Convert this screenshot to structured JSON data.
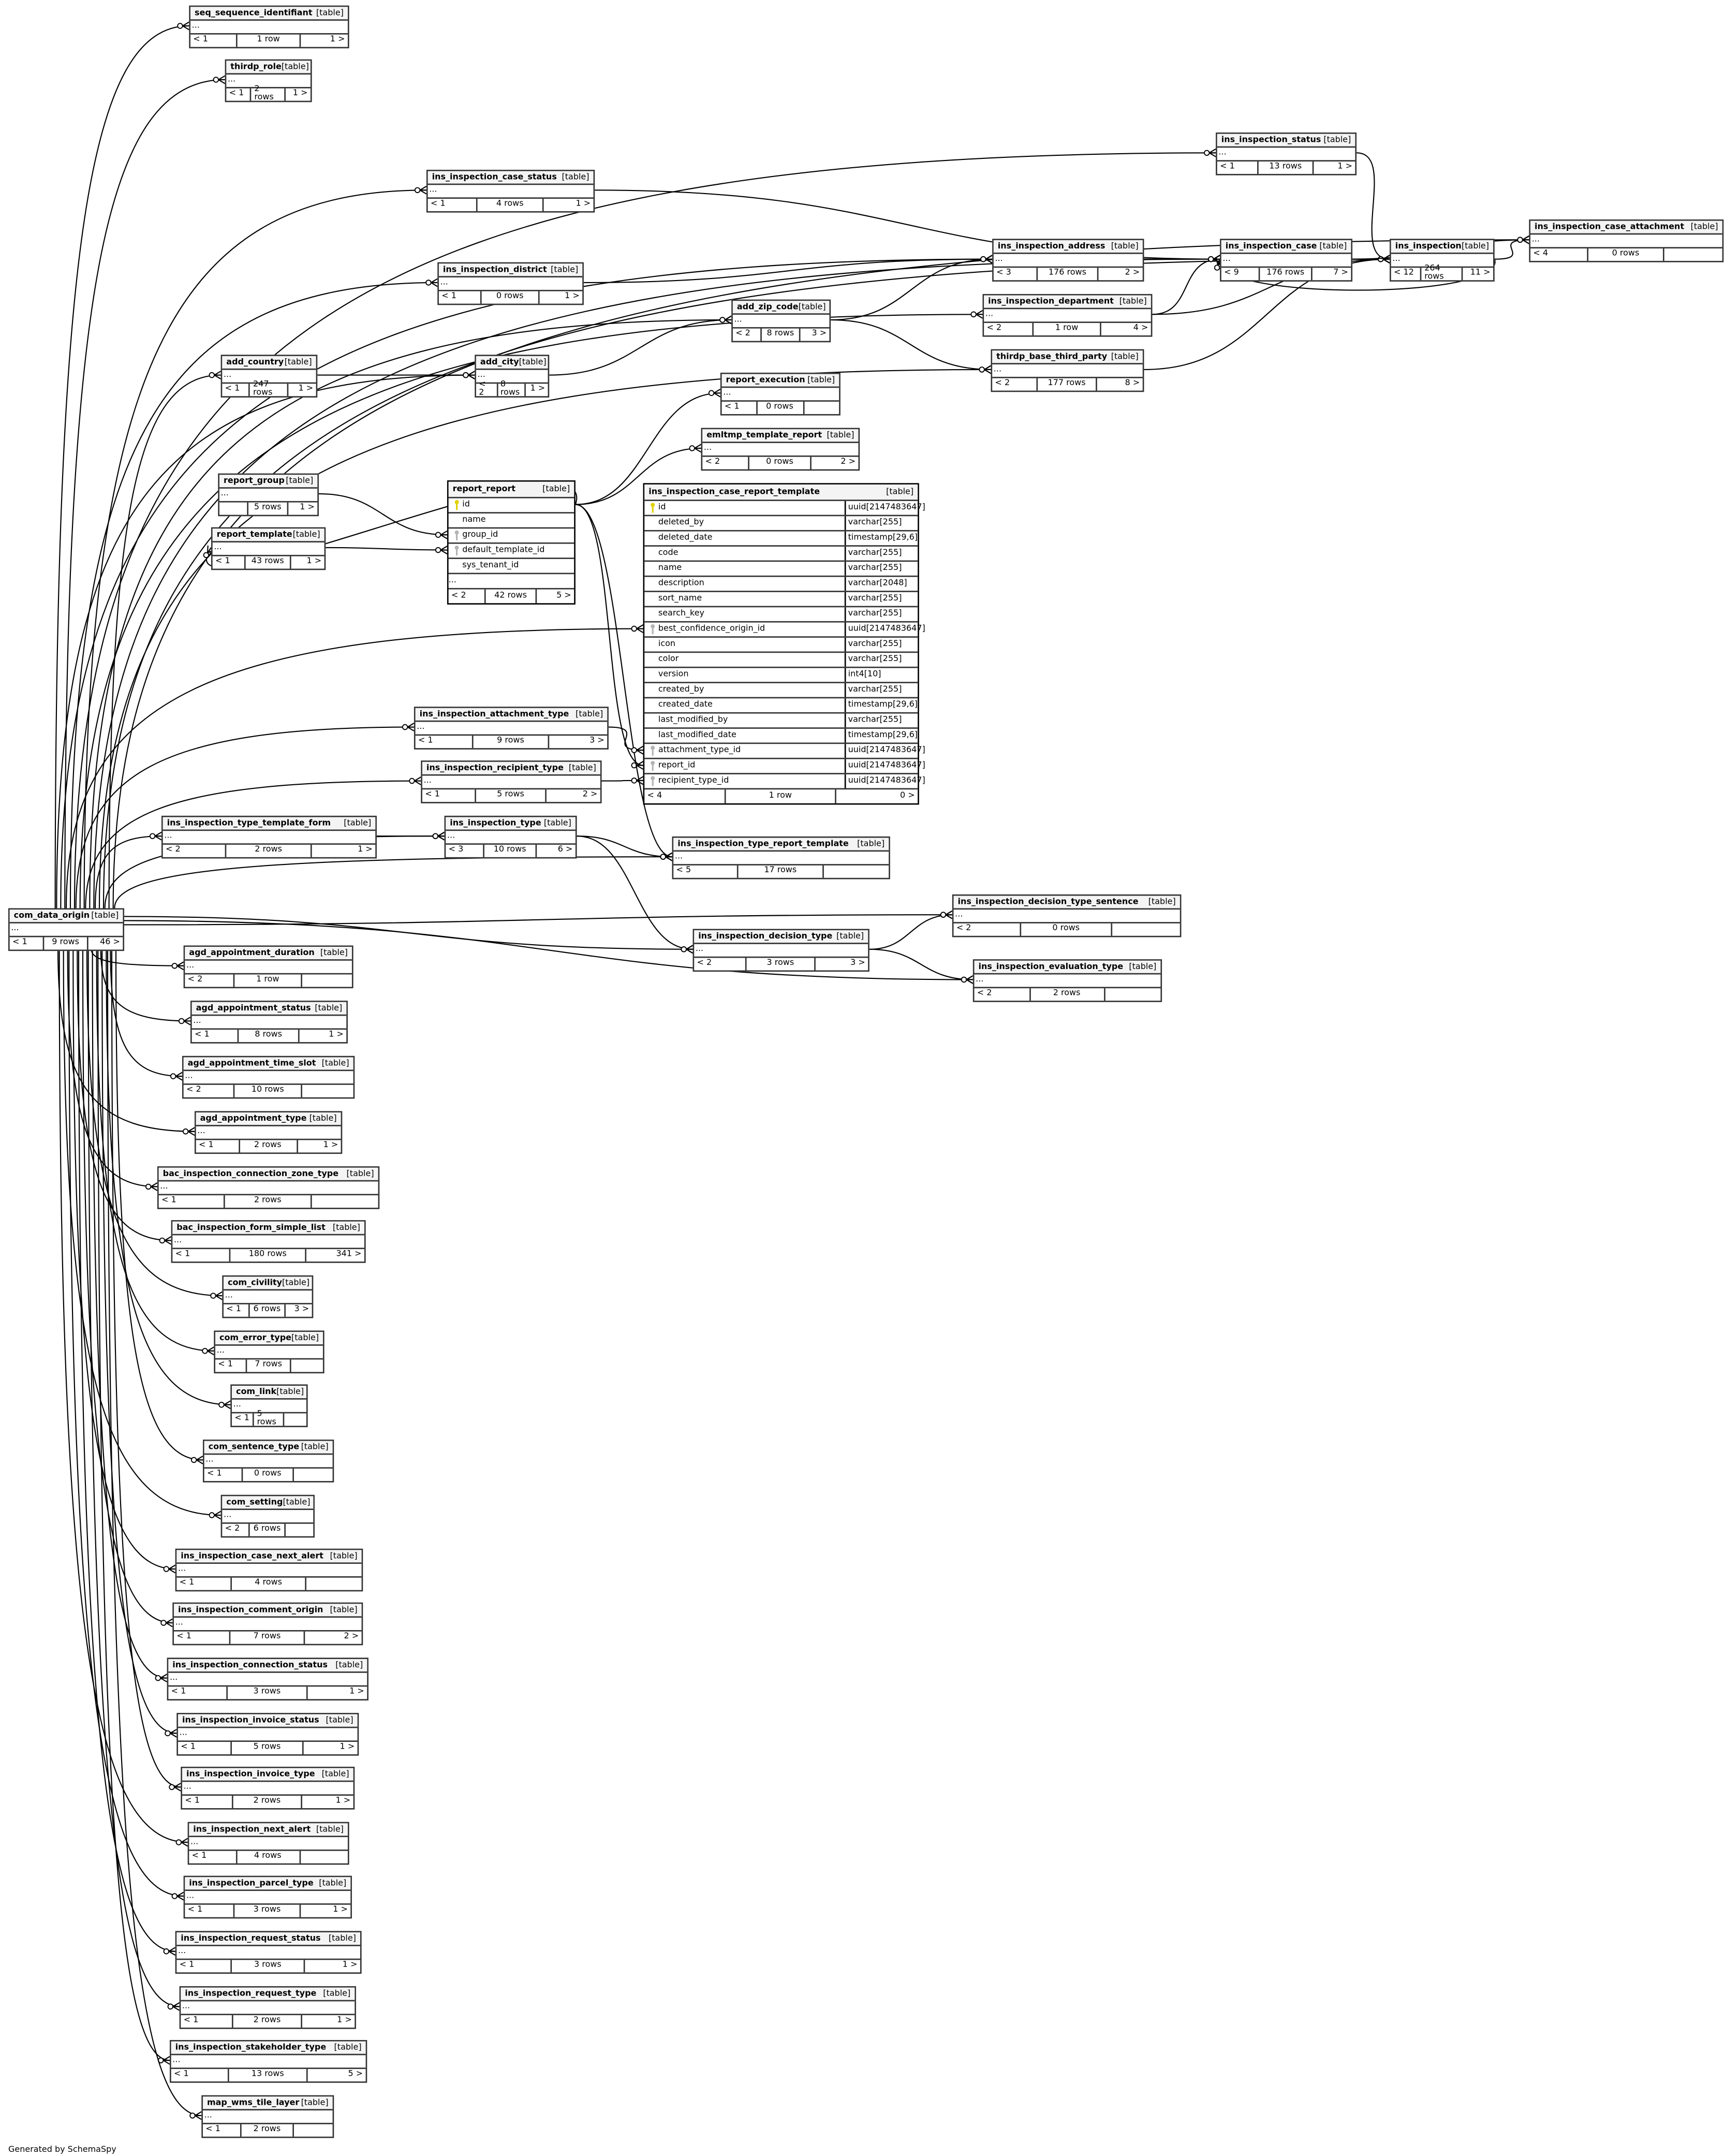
{
  "diagram": {
    "table_tag": "[table]",
    "ellipsis": "...",
    "footer_text": "Generated by SchemaSpy"
  },
  "colors": {
    "pk_key": "#e0d000",
    "fk_key": "#b4b4b4",
    "header_bg": "#f4f4f4",
    "line": "#000000"
  },
  "tables": [
    {
      "name": "seq_sequence_identifiant",
      "parents": "< 1",
      "rows": "1 row",
      "children": "1 >"
    },
    {
      "name": "thirdp_role",
      "parents": "< 1",
      "rows": "2 rows",
      "children": "1 >"
    },
    {
      "name": "ins_inspection_status",
      "parents": "< 1",
      "rows": "13 rows",
      "children": "1 >"
    },
    {
      "name": "ins_inspection_case_status",
      "parents": "< 1",
      "rows": "4 rows",
      "children": "1 >"
    },
    {
      "name": "ins_inspection_case",
      "parents": "< 9",
      "rows": "176 rows",
      "children": "7 >"
    },
    {
      "name": "ins_inspection",
      "parents": "< 12",
      "rows": "264 rows",
      "children": "11 >"
    },
    {
      "name": "ins_inspection_case_attachment",
      "parents": "< 4",
      "rows": "0 rows",
      "children": ""
    },
    {
      "name": "ins_inspection_address",
      "parents": "< 3",
      "rows": "176 rows",
      "children": "2 >"
    },
    {
      "name": "ins_inspection_district",
      "parents": "< 1",
      "rows": "0 rows",
      "children": "1 >"
    },
    {
      "name": "ins_inspection_department",
      "parents": "< 2",
      "rows": "1 row",
      "children": "4 >"
    },
    {
      "name": "add_zip_code",
      "parents": "< 2",
      "rows": "8 rows",
      "children": "3 >"
    },
    {
      "name": "thirdp_base_third_party",
      "parents": "< 2",
      "rows": "177 rows",
      "children": "8 >"
    },
    {
      "name": "add_country",
      "parents": "< 1",
      "rows": "247 rows",
      "children": "1 >"
    },
    {
      "name": "add_city",
      "parents": "< 2",
      "rows": "8 rows",
      "children": "1 >"
    },
    {
      "name": "report_execution",
      "parents": "< 1",
      "rows": "0 rows",
      "children": ""
    },
    {
      "name": "emltmp_template_report",
      "parents": "< 2",
      "rows": "0 rows",
      "children": "2 >"
    },
    {
      "name": "report_group",
      "parents": "",
      "rows": "5 rows",
      "children": "1 >"
    },
    {
      "name": "report_report",
      "parents": "< 2",
      "rows": "42 rows",
      "children": "5 >",
      "more": "...",
      "columns": [
        {
          "name": "id",
          "key": "pk"
        },
        {
          "name": "name",
          "key": ""
        },
        {
          "name": "group_id",
          "key": "fk"
        },
        {
          "name": "default_template_id",
          "key": "fk"
        },
        {
          "name": "sys_tenant_id",
          "key": ""
        }
      ]
    },
    {
      "name": "report_template",
      "parents": "< 1",
      "rows": "43 rows",
      "children": "1 >"
    },
    {
      "name": "ins_inspection_case_report_template",
      "parents": "< 4",
      "rows": "1 row",
      "children": "0 >",
      "columns": [
        {
          "name": "id",
          "type": "uuid[2147483647]",
          "key": "pk"
        },
        {
          "name": "deleted_by",
          "type": "varchar[255]",
          "key": ""
        },
        {
          "name": "deleted_date",
          "type": "timestamp[29,6]",
          "key": ""
        },
        {
          "name": "code",
          "type": "varchar[255]",
          "key": ""
        },
        {
          "name": "name",
          "type": "varchar[255]",
          "key": ""
        },
        {
          "name": "description",
          "type": "varchar[2048]",
          "key": ""
        },
        {
          "name": "sort_name",
          "type": "varchar[255]",
          "key": ""
        },
        {
          "name": "search_key",
          "type": "varchar[255]",
          "key": ""
        },
        {
          "name": "best_confidence_origin_id",
          "type": "uuid[2147483647]",
          "key": "fk"
        },
        {
          "name": "icon",
          "type": "varchar[255]",
          "key": ""
        },
        {
          "name": "color",
          "type": "varchar[255]",
          "key": ""
        },
        {
          "name": "version",
          "type": "int4[10]",
          "key": ""
        },
        {
          "name": "created_by",
          "type": "varchar[255]",
          "key": ""
        },
        {
          "name": "created_date",
          "type": "timestamp[29,6]",
          "key": ""
        },
        {
          "name": "last_modified_by",
          "type": "varchar[255]",
          "key": ""
        },
        {
          "name": "last_modified_date",
          "type": "timestamp[29,6]",
          "key": ""
        },
        {
          "name": "attachment_type_id",
          "type": "uuid[2147483647]",
          "key": "fk"
        },
        {
          "name": "report_id",
          "type": "uuid[2147483647]",
          "key": "fk"
        },
        {
          "name": "recipient_type_id",
          "type": "uuid[2147483647]",
          "key": "fk"
        }
      ]
    },
    {
      "name": "ins_inspection_attachment_type",
      "parents": "< 1",
      "rows": "9 rows",
      "children": "3 >"
    },
    {
      "name": "ins_inspection_recipient_type",
      "parents": "< 1",
      "rows": "5 rows",
      "children": "2 >"
    },
    {
      "name": "ins_inspection_type_template_form",
      "parents": "< 2",
      "rows": "2 rows",
      "children": "1 >"
    },
    {
      "name": "ins_inspection_type",
      "parents": "< 3",
      "rows": "10 rows",
      "children": "6 >"
    },
    {
      "name": "ins_inspection_type_report_template",
      "parents": "< 5",
      "rows": "17 rows",
      "children": ""
    },
    {
      "name": "com_data_origin",
      "parents": "< 1",
      "rows": "9 rows",
      "children": "46 >"
    },
    {
      "name": "ins_inspection_decision_type_sentence",
      "parents": "< 2",
      "rows": "0 rows",
      "children": ""
    },
    {
      "name": "ins_inspection_decision_type",
      "parents": "< 2",
      "rows": "3 rows",
      "children": "3 >"
    },
    {
      "name": "ins_inspection_evaluation_type",
      "parents": "< 2",
      "rows": "2 rows",
      "children": ""
    },
    {
      "name": "agd_appointment_duration",
      "parents": "< 2",
      "rows": "1 row",
      "children": ""
    },
    {
      "name": "agd_appointment_status",
      "parents": "< 1",
      "rows": "8 rows",
      "children": "1 >"
    },
    {
      "name": "agd_appointment_time_slot",
      "parents": "< 2",
      "rows": "10 rows",
      "children": ""
    },
    {
      "name": "agd_appointment_type",
      "parents": "< 1",
      "rows": "2 rows",
      "children": "1 >"
    },
    {
      "name": "bac_inspection_connection_zone_type",
      "parents": "< 1",
      "rows": "2 rows",
      "children": ""
    },
    {
      "name": "bac_inspection_form_simple_list",
      "parents": "< 1",
      "rows": "180 rows",
      "children": "341 >"
    },
    {
      "name": "com_civility",
      "parents": "< 1",
      "rows": "6 rows",
      "children": "3 >"
    },
    {
      "name": "com_error_type",
      "parents": "< 1",
      "rows": "7 rows",
      "children": ""
    },
    {
      "name": "com_link",
      "parents": "< 1",
      "rows": "5 rows",
      "children": ""
    },
    {
      "name": "com_sentence_type",
      "parents": "< 1",
      "rows": "0 rows",
      "children": ""
    },
    {
      "name": "com_setting",
      "parents": "< 2",
      "rows": "6 rows",
      "children": ""
    },
    {
      "name": "ins_inspection_case_next_alert",
      "parents": "< 1",
      "rows": "4 rows",
      "children": ""
    },
    {
      "name": "ins_inspection_comment_origin",
      "parents": "< 1",
      "rows": "7 rows",
      "children": "2 >"
    },
    {
      "name": "ins_inspection_connection_status",
      "parents": "< 1",
      "rows": "3 rows",
      "children": "1 >"
    },
    {
      "name": "ins_inspection_invoice_status",
      "parents": "< 1",
      "rows": "5 rows",
      "children": "1 >"
    },
    {
      "name": "ins_inspection_invoice_type",
      "parents": "< 1",
      "rows": "2 rows",
      "children": "1 >"
    },
    {
      "name": "ins_inspection_next_alert",
      "parents": "< 1",
      "rows": "4 rows",
      "children": ""
    },
    {
      "name": "ins_inspection_parcel_type",
      "parents": "< 1",
      "rows": "3 rows",
      "children": "1 >"
    },
    {
      "name": "ins_inspection_request_status",
      "parents": "< 1",
      "rows": "3 rows",
      "children": "1 >"
    },
    {
      "name": "ins_inspection_request_type",
      "parents": "< 1",
      "rows": "2 rows",
      "children": "1 >"
    },
    {
      "name": "ins_inspection_stakeholder_type",
      "parents": "< 1",
      "rows": "13 rows",
      "children": "5 >"
    },
    {
      "name": "map_wms_tile_layer",
      "parents": "< 1",
      "rows": "2 rows",
      "children": ""
    }
  ]
}
